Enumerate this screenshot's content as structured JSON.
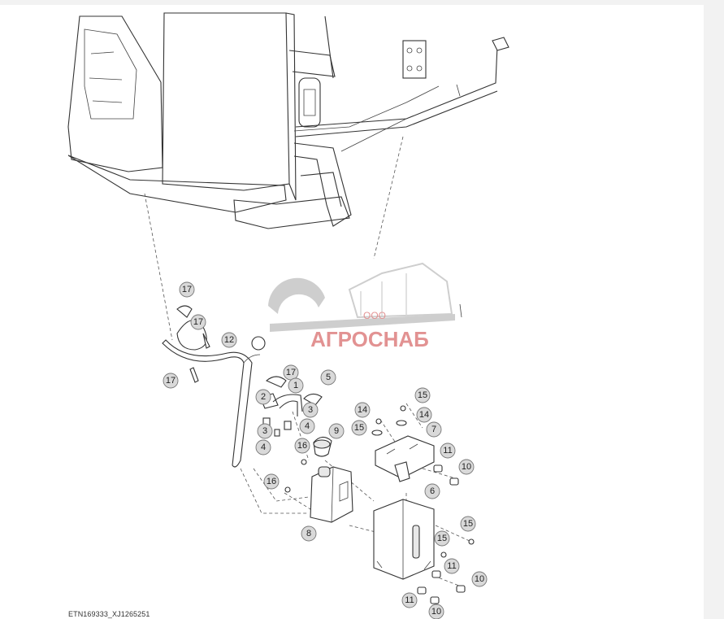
{
  "drawing_code": "ETN169333_XJ1265251",
  "watermark": {
    "company_form": "ООО",
    "company_name": "АГРОСНАБ",
    "color": "#c62828"
  },
  "callouts": [
    "17",
    "17",
    "17",
    "12",
    "17",
    "5",
    "1",
    "2",
    "3",
    "3",
    "4",
    "4",
    "9",
    "16",
    "16",
    "8",
    "15",
    "14",
    "15",
    "14",
    "7",
    "11",
    "10",
    "6",
    "15",
    "15",
    "11",
    "10",
    "11",
    "10"
  ]
}
